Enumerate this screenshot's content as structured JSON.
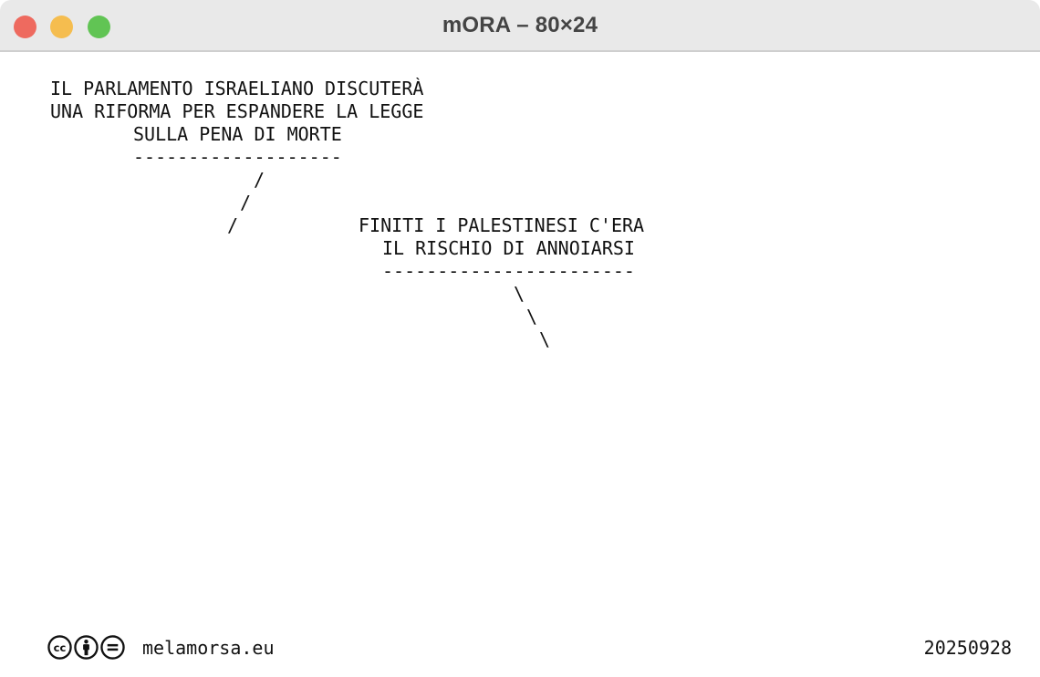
{
  "window": {
    "title": "mORA – 80×24",
    "controls": {
      "close_color": "#ee6a5f",
      "minimize_color": "#f5bd4f",
      "maximize_color": "#61c454"
    }
  },
  "terminal": {
    "lines": [
      "IL PARLAMENTO ISRAELIANO DISCUTERÀ",
      "UNA RIFORMA PER ESPANDERE LA LEGGE",
      "SULLA PENA DI MORTE",
      "-------------------",
      "/",
      "/",
      "/",
      "FINITI I PALESTINESI C'ERA",
      "IL RISCHIO DI ANNOIARSI",
      "-----------------------",
      "\\",
      "\\",
      "\\"
    ]
  },
  "footer": {
    "license_icons": [
      "cc-icon",
      "by-icon",
      "nd-icon"
    ],
    "site": "melamorsa.eu",
    "date": "20250928"
  }
}
